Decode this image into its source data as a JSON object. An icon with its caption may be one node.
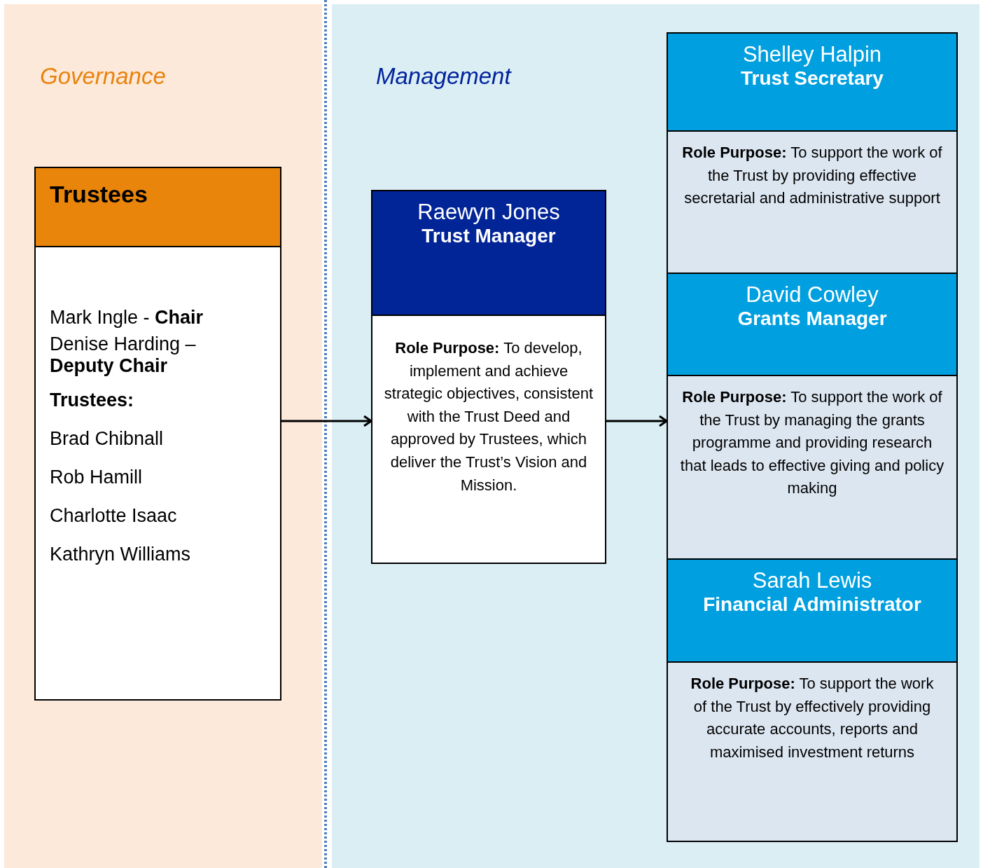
{
  "diagram": {
    "nodes": [
      {
        "text": [
          "Governance"
        ]
      },
      {
        "text": [
          "Management"
        ]
      },
      {
        "text": [
          "Trustees",
          "Mark Ingle - **Chair**",
          "Denise Harding – **Deputy Chair**",
          "**Trustees:**",
          "Brad Chibnall",
          "Rob Hamill",
          "Charlotte Isaac",
          "Kathryn Williams"
        ],
        "in": 0
      },
      {
        "text": [
          "Raewyn Jones",
          "Trust Manager",
          "**Role Purpose:**  To develop, implement and achieve strategic objectives, consistent with the Trust Deed and approved by Trustees, which deliver the Trust’s Vision and Mission."
        ],
        "in": 1
      },
      {
        "text": [
          "Shelley Halpin",
          "Trust Secretary",
          "**Role Purpose:**  To support the work of the Trust by providing effective secretarial and administrative support"
        ],
        "in": 1
      },
      {
        "text": [
          "David Cowley",
          "Grants Manager",
          "**Role Purpose:**  To support the work of the Trust by managing the grants programme and providing research that leads to effective giving and policy making"
        ],
        "in": 1
      },
      {
        "text": [
          "Sarah Lewis",
          "Financial Administrator",
          "**Role Purpose:**  To support the work of the Trust by effectively providing accurate accounts, reports and maximised investment returns"
        ],
        "in": 1
      }
    ],
    "edges": [
      {
        "from": 2,
        "to": 3,
        "arrow": "to"
      },
      {
        "from": 3,
        "to": 5,
        "arrow": "to"
      }
    ]
  }
}
